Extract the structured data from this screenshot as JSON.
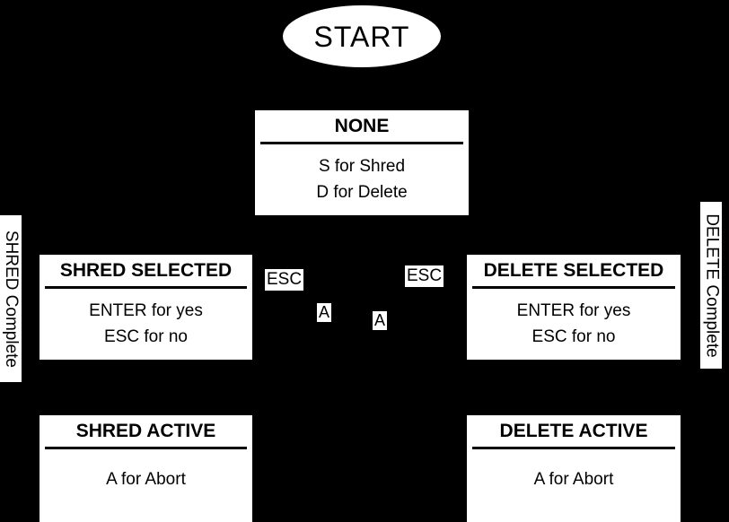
{
  "diagram": {
    "type": "state-machine",
    "background_color": "#000000",
    "node_fill_color": "#ffffff",
    "node_text_color": "#000000",
    "start": {
      "label": "START"
    },
    "states": [
      {
        "id": "none",
        "title": "NONE",
        "lines": [
          "S for Shred",
          "D for Delete"
        ]
      },
      {
        "id": "shred-selected",
        "title": "SHRED SELECTED",
        "lines": [
          "ENTER for yes",
          "ESC for no"
        ]
      },
      {
        "id": "delete-selected",
        "title": "DELETE SELECTED",
        "lines": [
          "ENTER for yes",
          "ESC for no"
        ]
      },
      {
        "id": "shred-active",
        "title": "SHRED ACTIVE",
        "lines": [
          "A for Abort"
        ]
      },
      {
        "id": "delete-active",
        "title": "DELETE ACTIVE",
        "lines": [
          "A for Abort"
        ]
      }
    ],
    "transitions": [
      {
        "id": "shred-selected-esc",
        "label": "ESC"
      },
      {
        "id": "delete-selected-esc",
        "label": "ESC"
      },
      {
        "id": "shred-active-abort",
        "label": "A"
      },
      {
        "id": "delete-active-abort",
        "label": "A"
      },
      {
        "id": "shred-complete",
        "label": "SHRED Complete"
      },
      {
        "id": "delete-complete",
        "label": "DELETE Complete"
      }
    ]
  }
}
